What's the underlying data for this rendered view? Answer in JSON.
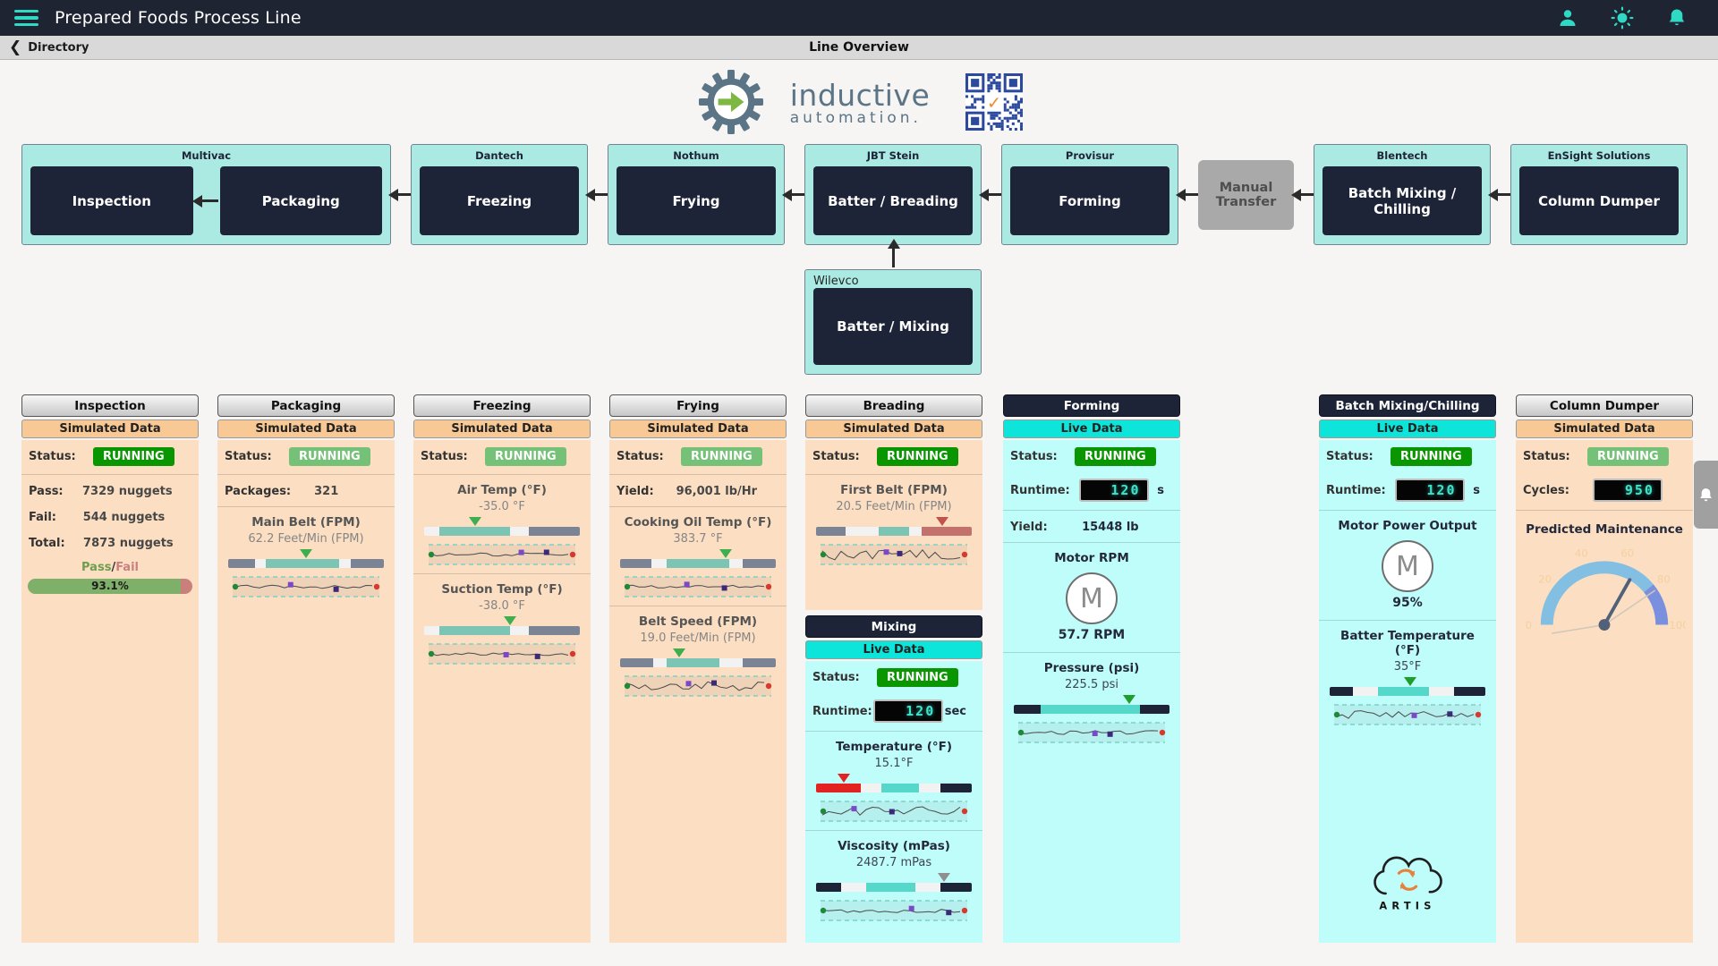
{
  "chrome": {
    "title": "Prepared Foods Process Line",
    "back": "Directory",
    "page": "Line Overview"
  },
  "logo": {
    "line1": "inductive",
    "line2": "automation."
  },
  "flow": {
    "stations": [
      {
        "vendor": "Multivac"
      },
      {
        "vendor": "Dantech",
        "machine": "Freezing"
      },
      {
        "vendor": "Nothum",
        "machine": "Frying"
      },
      {
        "vendor": "JBT Stein",
        "machine": "Batter / Breading"
      },
      {
        "vendor": "Provisur",
        "machine": "Forming"
      },
      {
        "vendor": "Blentech",
        "machine": "Batch Mixing / Chilling"
      },
      {
        "vendor": "EnSight Solutions",
        "machine": "Column Dumper"
      }
    ],
    "multivac_machines": [
      "Inspection",
      "Packaging"
    ],
    "manual_transfer": "Manual Transfer",
    "sub": {
      "vendor": "Wilevco",
      "machine": "Batter / Mixing"
    }
  },
  "panels": {
    "inspection": {
      "title": "Inspection",
      "data_mode": "Simulated Data",
      "status_label": "Status:",
      "status": "RUNNING",
      "pass_label": "Pass:",
      "pass": "7329 nuggets",
      "fail_label": "Fail:",
      "fail": "544 nuggets",
      "total_label": "Total:",
      "total": "7873 nuggets",
      "passfail": {
        "pass": "Pass",
        "sep": "/",
        "fail": "Fail",
        "pct": "93.1%"
      }
    },
    "packaging": {
      "title": "Packaging",
      "data_mode": "Simulated Data",
      "status_label": "Status:",
      "status": "RUNNING",
      "packages_label": "Packages:",
      "packages": "321",
      "main_belt": {
        "title": "Main Belt (FPM)",
        "value": "62.2 Feet/Min (FPM)"
      }
    },
    "freezing": {
      "title": "Freezing",
      "data_mode": "Simulated Data",
      "status_label": "Status:",
      "status": "RUNNING",
      "air": {
        "title": "Air Temp (°F)",
        "value": "-35.0 °F"
      },
      "suction": {
        "title": "Suction Temp (°F)",
        "value": "-38.0 °F"
      }
    },
    "frying": {
      "title": "Frying",
      "data_mode": "Simulated Data",
      "status_label": "Status:",
      "status": "RUNNING",
      "yield_label": "Yield:",
      "yield": "96,001 lb/Hr",
      "oil": {
        "title": "Cooking Oil Temp (°F)",
        "value": "383.7 °F"
      },
      "belt": {
        "title": "Belt Speed (FPM)",
        "value": "19.0 Feet/Min (FPM)"
      }
    },
    "breading": {
      "title": "Breading",
      "data_mode": "Simulated Data",
      "status_label": "Status:",
      "status": "RUNNING",
      "first_belt": {
        "title": "First Belt (FPM)",
        "value": "20.5 Feet/Min (FPM)"
      },
      "mixing": {
        "title": "Mixing",
        "data_mode": "Live Data",
        "status_label": "Status:",
        "status": "RUNNING",
        "runtime_label": "Runtime:",
        "runtime": "120",
        "runtime_unit": "sec",
        "temperature": {
          "title": "Temperature (°F)",
          "value": "15.1°F"
        },
        "viscosity": {
          "title": "Viscosity (mPas)",
          "value": "2487.7 mPas"
        }
      }
    },
    "forming": {
      "title": "Forming",
      "data_mode": "Live Data",
      "status_label": "Status:",
      "status": "RUNNING",
      "runtime_label": "Runtime:",
      "runtime": "120",
      "runtime_unit": "s",
      "yield_label": "Yield:",
      "yield": "15448 lb",
      "motor": {
        "title": "Motor RPM",
        "symbol": "M",
        "value": "57.7 RPM"
      },
      "pressure": {
        "title": "Pressure (psi)",
        "value": "225.5 psi"
      }
    },
    "batch": {
      "title": "Batch Mixing/Chilling",
      "data_mode": "Live Data",
      "status_label": "Status:",
      "status": "RUNNING",
      "runtime_label": "Runtime:",
      "runtime": "120",
      "runtime_unit": "s",
      "motor": {
        "title": "Motor Power Output",
        "symbol": "M",
        "value": "95%"
      },
      "batter": {
        "title": "Batter Temperature (°F)",
        "value": "35°F"
      },
      "brand": "ARTIS"
    },
    "dumper": {
      "title": "Column Dumper",
      "data_mode": "Simulated Data",
      "status_label": "Status:",
      "status": "RUNNING",
      "cycles_label": "Cycles:",
      "cycles": "950",
      "maintenance": {
        "title": "Predicted Maintenance",
        "ticks": [
          "0",
          "20",
          "40",
          "60",
          "80",
          "100"
        ]
      }
    }
  },
  "colors": {
    "accent": "#2fd9c4",
    "topbar": "#1f2433",
    "navy": "#1d2438",
    "flow_teal": "#abeae2",
    "sim": "#f8c994",
    "sim_body": "#fcdfc2",
    "live": "#0de4da",
    "live_body": "#bffdfb",
    "status_dark": "#0a9600",
    "status_light": "#74c177",
    "gauge_teal": "#7cc4b4",
    "gauge_teal_live": "#55d8ca",
    "gauge_slate": "#7b8494",
    "gauge_red": "#c4706c",
    "bright_red": "#e32222"
  }
}
